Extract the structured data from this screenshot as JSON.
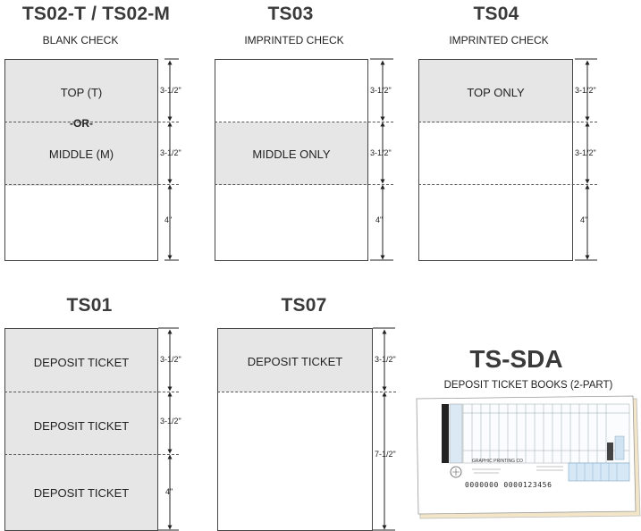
{
  "ts02": {
    "title": "TS02-T  / TS02-M",
    "subtitle": "BLANK CHECK",
    "top_label": "TOP (T)",
    "or_label": "-OR-",
    "middle_label": "MIDDLE (M)",
    "dims": [
      "3-1/2\"",
      "3-1/2\"",
      "4\""
    ]
  },
  "ts03": {
    "title": "TS03",
    "subtitle": "IMPRINTED CHECK",
    "middle_label": "MIDDLE ONLY",
    "dims": [
      "3-1/2\"",
      "3-1/2\"",
      "4\""
    ]
  },
  "ts04": {
    "title": "TS04",
    "subtitle": "IMPRINTED CHECK",
    "top_label": "TOP ONLY",
    "dims": [
      "3-1/2\"",
      "3-1/2\"",
      "4\""
    ]
  },
  "ts01": {
    "title": "TS01",
    "labels": [
      "DEPOSIT TICKET",
      "DEPOSIT TICKET",
      "DEPOSIT TICKET"
    ],
    "dims": [
      "3-1/2\"",
      "3-1/2\"",
      "4\""
    ]
  },
  "ts07": {
    "title": "TS07",
    "label": "DEPOSIT TICKET",
    "dims": [
      "3-1/2\"",
      "7-1/2\""
    ]
  },
  "tssda": {
    "title": "TS-SDA",
    "subtitle": "DEPOSIT TICKET BOOKS (2-PART)",
    "company": "GRAPHIC PRINTING CO",
    "micr": "0000000  0000123456"
  }
}
